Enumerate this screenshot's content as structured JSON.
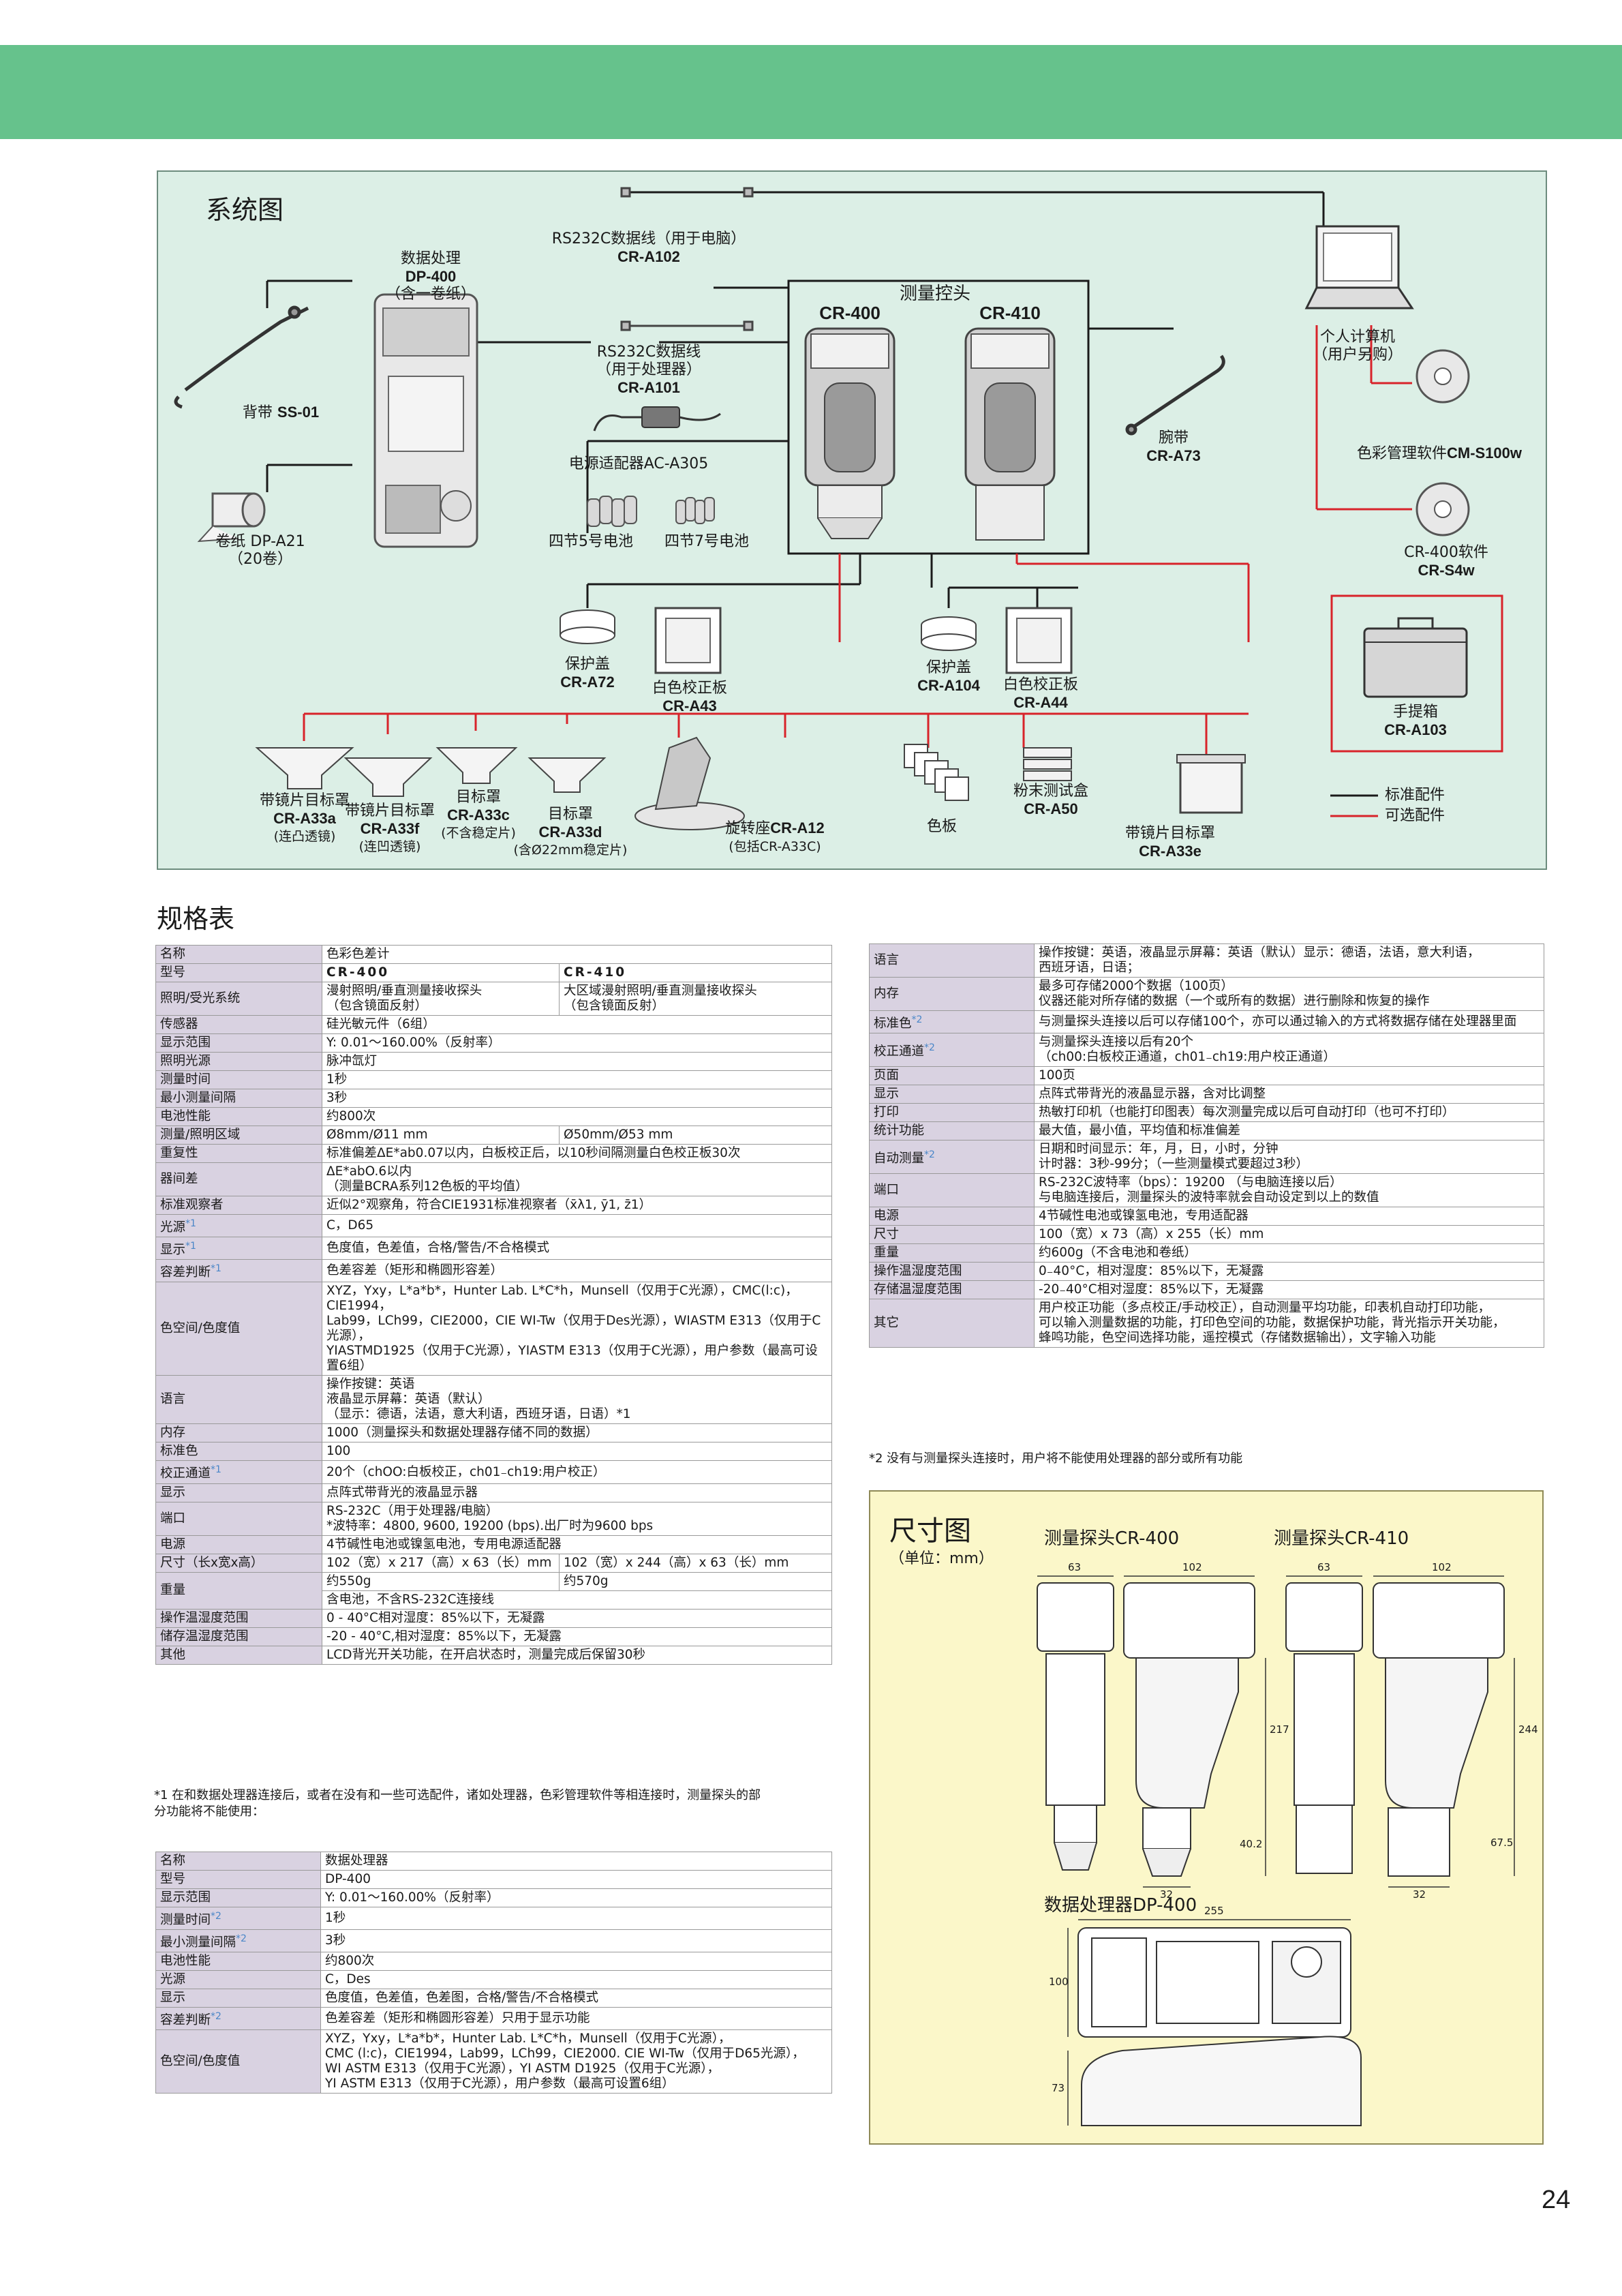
{
  "system": {
    "title": "系统图",
    "dp400": [
      "数据处理",
      "DP-400",
      "（含一卷纸）"
    ],
    "cable102": [
      "RS232C数据线（用于电脑）",
      "CR-A102"
    ],
    "cable101": [
      "RS232C数据线",
      "（用于处理器）",
      "CR-A101"
    ],
    "adapter": "电源适配器AC-A305",
    "batt5": "四节5号电池",
    "batt7": "四节7号电池",
    "strap": [
      "背带 ",
      "SS-01"
    ],
    "paper": [
      "卷纸 DP-A21",
      "（20卷）"
    ],
    "head_title": "测量控头",
    "cr400": "CR-400",
    "cr410": "CR-410",
    "wrist": [
      "腕带",
      "CR-A73"
    ],
    "pc": [
      "个人计算机",
      "（用户另购）"
    ],
    "cm_soft": [
      "色彩管理软件",
      "CM-S100w"
    ],
    "cr_soft": [
      "CR-400软件",
      "CR-S4w"
    ],
    "case": [
      "手提箱",
      "CR-A103"
    ],
    "cap72": [
      "保护盖",
      "CR-A72"
    ],
    "white43": [
      "白色校正板",
      "CR-A43"
    ],
    "cap104": [
      "保护盖",
      "CR-A104"
    ],
    "white44": [
      "白色校正板",
      "CR-A44"
    ],
    "a33a": [
      "带镜片目标罩",
      "CR-A33a",
      "(连凸透镜)"
    ],
    "a33f": [
      "带镜片目标罩",
      "CR-A33f",
      "(连凹透镜)"
    ],
    "a33c": [
      "目标罩",
      "CR-A33c",
      "(不含稳定片)"
    ],
    "a33d": [
      "目标罩",
      "CR-A33d",
      "(含Ø22mm稳定片)"
    ],
    "a12": [
      "旋转座",
      "CR-A12",
      "(包括CR-A33C)"
    ],
    "tiles": "色板",
    "a50": [
      "粉末测试盒",
      "CR-A50"
    ],
    "a33e": [
      "带镜片目标罩",
      "CR-A33e"
    ],
    "legend_std": "标准配件",
    "legend_opt": "可选配件",
    "colors": {
      "standard": "#1a1a1a",
      "optional": "#d8232a"
    }
  },
  "spec_title": "规格表",
  "spec_main": [
    {
      "k": "名称",
      "v": "色彩色差计"
    },
    {
      "k": "型号",
      "a": "CR-400",
      "b": "CR-410"
    },
    {
      "k": "照明/受光系统",
      "a": "漫射照明/垂直测量接收探头\n（包含镜面反射）",
      "b": "大区域漫射照明/垂直测量接收探头\n（包含镜面反射）"
    },
    {
      "k": "传感器",
      "v": "硅光敏元件（6组）"
    },
    {
      "k": "显示范围",
      "v": "Y: 0.01～160.00%（反射率）"
    },
    {
      "k": "照明光源",
      "v": "脉冲氙灯"
    },
    {
      "k": "测量时间",
      "v": "1秒"
    },
    {
      "k": "最小测量间隔",
      "v": "3秒"
    },
    {
      "k": "电池性能",
      "v": "约800次"
    },
    {
      "k": "测量/照明区域",
      "a": "Ø8mm/Ø11 mm",
      "b": "Ø50mm/Ø53 mm"
    },
    {
      "k": "重复性",
      "v": "标准偏差ΔE*ab0.07以内，白板校正后，以10秒间隔测量白色校正板30次"
    },
    {
      "k": "器间差",
      "v": "ΔE*abO.6以内\n（测量BCRA系列12色板的平均值）"
    },
    {
      "k": "标准观察者",
      "v": "近似2°观察角，符合CIE1931标准视察者（x̄λ1, ȳ1, z̄1）"
    },
    {
      "k": "光源",
      "s": "*1",
      "v": "C，D65"
    },
    {
      "k": "显示",
      "s": "*1",
      "v": "色度值，色差值，合格/警告/不合格模式"
    },
    {
      "k": "容差判断",
      "s": "*1",
      "v": "色差容差（矩形和椭圆形容差）"
    },
    {
      "k": "色空间/色度值",
      "v": "XYZ，Yxy，L*a*b*，Hunter Lab. L*C*h，Munsell（仅用于C光源），CMC(l:c)，CIE1994，\nLab99，LCh99，CIE2000，CIE WI-Tw（仅用于Des光源），WIASTM E313（仅用于C光源），\nYIASTMD1925（仅用于C光源），YIASTM E313（仅用于C光源），用户参数（最高可设置6组）"
    },
    {
      "k": "语言",
      "v": "操作按键：英语\n液晶显示屏幕：英语（默认）\n（显示：德语，法语，意大利语，西班牙语，日语）*1"
    },
    {
      "k": "内存",
      "v": "1000（测量探头和数据处理器存储不同的数据）"
    },
    {
      "k": "标准色",
      "v": "100"
    },
    {
      "k": "校正通道",
      "s": "*1",
      "v": "20个（chOO:白板校正，ch01₋ch19:用户校正）"
    },
    {
      "k": "显示",
      "v": "点阵式带背光的液晶显示器"
    },
    {
      "k": "端口",
      "v": "RS-232C（用于处理器/电脑）\n*波特率：4800, 9600, 19200 (bps).出厂时为9600 bps"
    },
    {
      "k": "电源",
      "v": "4节碱性电池或镍氢电池，专用电源适配器"
    },
    {
      "k": "尺寸（长x宽x高）",
      "a": "102（宽）x 217（高）x 63（长）mm",
      "b": "102（宽）x 244（高）x 63（长）mm"
    },
    {
      "k": "重量",
      "a": "约550g",
      "b": "约570g",
      "c": "含电池，不含RS-232C连接线"
    },
    {
      "k": "操作温湿度范围",
      "v": "0 - 40°C相对湿度：85%以下，无凝露"
    },
    {
      "k": "储存温湿度范围",
      "v": "-20 - 40°C,相对湿度：85%以下，无凝露"
    },
    {
      "k": "其他",
      "v": "LCD背光开关功能，在开启状态时，测量完成后保留30秒"
    }
  ],
  "note1": "*1 在和数据处理器连接后，或者在没有和一些可选配件，诸如处理器，色彩管理软件等相连接时，测量探头的部\n分功能将不能使用：",
  "spec_dp": [
    {
      "k": "名称",
      "v": "数据处理器"
    },
    {
      "k": "型号",
      "v": "DP-400"
    },
    {
      "k": "显示范围",
      "v": "Y: 0.01～160.00%（反射率）"
    },
    {
      "k": "测量时间",
      "s": "*2",
      "v": "1秒"
    },
    {
      "k": "最小测量间隔",
      "s": "*2",
      "v": "3秒"
    },
    {
      "k": "电池性能",
      "v": "约800次"
    },
    {
      "k": "光源",
      "v": "C，Des"
    },
    {
      "k": "显示",
      "v": "色度值，色差值，色差图，合格/警告/不合格模式"
    },
    {
      "k": "容差判断",
      "s": "*2",
      "v": "色差容差（矩形和椭圆形容差）只用于显示功能"
    },
    {
      "k": "色空间/色度值",
      "v": "XYZ，Yxy，L*a*b*，Hunter Lab. L*C*h，Munsell（仅用于C光源），\nCMC (l:c)，CIE1994，Lab99，LCh99，CIE2000. CIE WI-Tw（仅用于D65光源），\nWI ASTM E313（仅用于C光源），YI ASTM D1925（仅用于C光源），\nYI ASTM E313（仅用于C光源），用户参数（最高可设置6组）"
    }
  ],
  "spec_right": [
    {
      "k": "语言",
      "v": "操作按键：英语，液晶显示屏幕：英语（默认）显示：德语，法语，意大利语，\n西班牙语，日语；"
    },
    {
      "k": "内存",
      "v": "最多可存储2000个数据（100页）\n仪器还能对所存储的数据（一个或所有的数据）进行删除和恢复的操作"
    },
    {
      "k": "标准色",
      "s": "*2",
      "v": "与测量探头连接以后可以存储100个，亦可以通过输入的方式将数据存储在处理器里面"
    },
    {
      "k": "校正通道",
      "s": "*2",
      "v": "与测量探头连接以后有20个\n（ch00:白板校正通道，ch01₋ch19:用户校正通道）"
    },
    {
      "k": "页面",
      "v": "100页"
    },
    {
      "k": "显示",
      "v": "点阵式带背光的液晶显示器，含对比调整"
    },
    {
      "k": "打印",
      "v": "热敏打印机（也能打印图表）每次测量完成以后可自动打印（也可不打印）"
    },
    {
      "k": "统计功能",
      "v": "最大值，最小值，平均值和标准偏差"
    },
    {
      "k": "自动测量",
      "s": "*2",
      "v": "日期和时间显示：年，月，日，小时，分钟\n计时器：3秒-99分；（一些测量模式要超过3秒）"
    },
    {
      "k": "端口",
      "v": "RS-232C波特率（bps）：19200 （与电脑连接以后）\n与电脑连接后，测量探头的波特率就会自动设定到以上的数值"
    },
    {
      "k": "电源",
      "v": "4节碱性电池或镍氢电池，专用适配器"
    },
    {
      "k": "尺寸",
      "v": "100（宽）x 73（高）x 255（长）mm"
    },
    {
      "k": "重量",
      "v": "约600g（不含电池和卷纸）"
    },
    {
      "k": "操作温湿度范围",
      "v": "0₋40°C，相对湿度：85%以下，无凝露"
    },
    {
      "k": "存储温湿度范围",
      "v": "-20₋40°C相对湿度：85%以下，无凝露"
    },
    {
      "k": "其它",
      "v": "用户校正功能（多点校正/手动校正），自动测量平均功能，印表机自动打印功能，\n可以输入测量数据的功能，打印色空间的功能，数据保护功能，背光指示开关功能，\n蜂鸣功能，色空间选择功能，遥控模式（存储数据输出），文字输入功能"
    }
  ],
  "note2": "*2 没有与测量探头连接时，用户将不能使用处理器的部分或所有功能",
  "dims": {
    "title": "尺寸图",
    "unit": "（单位：mm）",
    "cr400": "测量探头CR-400",
    "cr410": "测量探头CR-410",
    "dp400": "数据处理器DP-400",
    "d400": {
      "w": "63",
      "d": "102",
      "h": "217",
      "tip": "40.2",
      "base": "32"
    },
    "d410": {
      "w": "63",
      "d": "102",
      "h": "244",
      "tip": "67.5",
      "base": "32"
    },
    "ddp": {
      "len": "255",
      "wid": "100",
      "hgt": "73"
    }
  },
  "page_number": "24"
}
